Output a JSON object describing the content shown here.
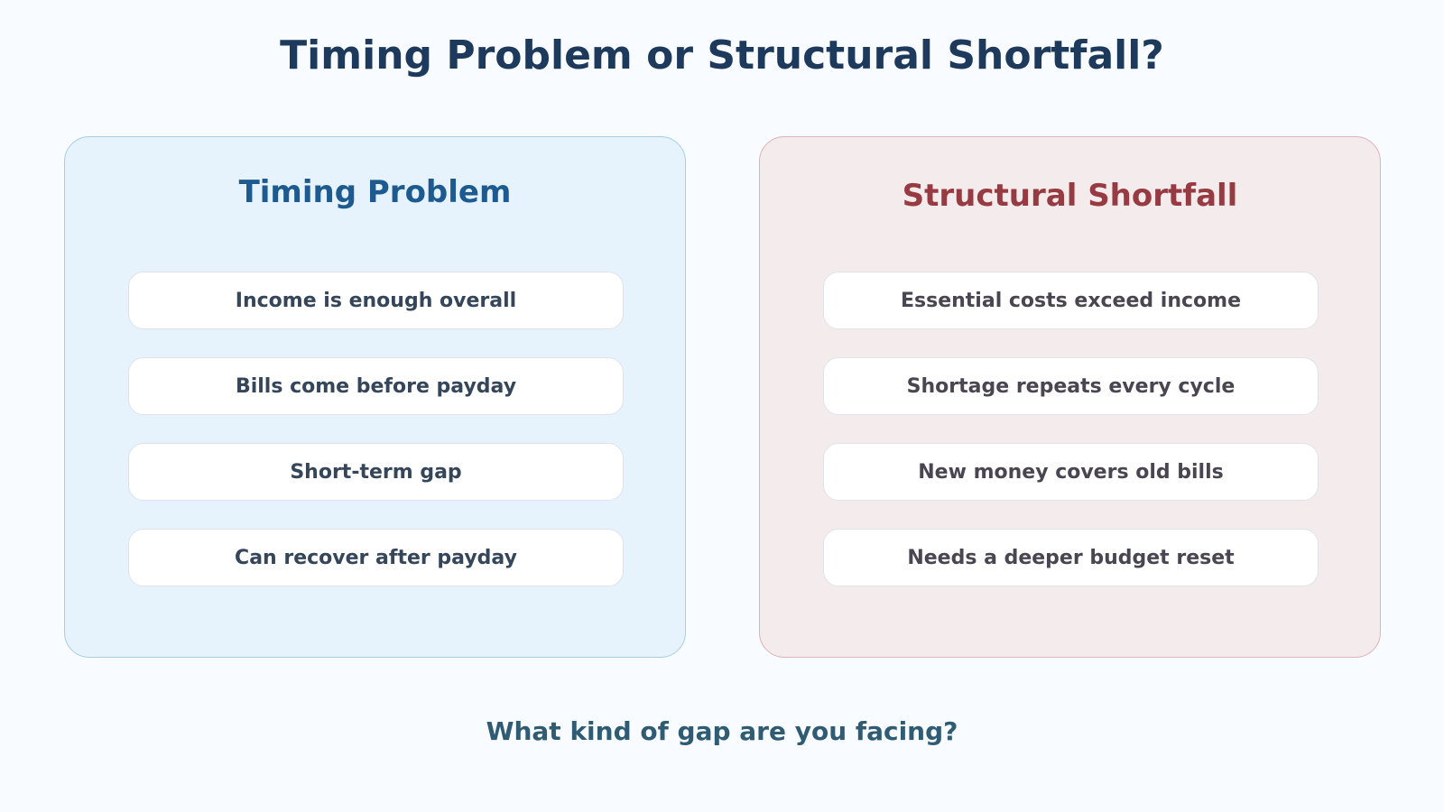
{
  "title": "Timing Problem or Structural Shortfall?",
  "panels": {
    "timing": {
      "title": "Timing Problem",
      "items": [
        "Income is enough overall",
        "Bills come before payday",
        "Short-term gap",
        "Can recover after payday"
      ]
    },
    "structural": {
      "title": "Structural Shortfall",
      "items": [
        "Essential costs exceed income",
        "Shortage repeats every cycle",
        "New money covers old bills",
        "Needs a deeper budget reset"
      ]
    }
  },
  "footer": "What kind of gap are you facing?"
}
